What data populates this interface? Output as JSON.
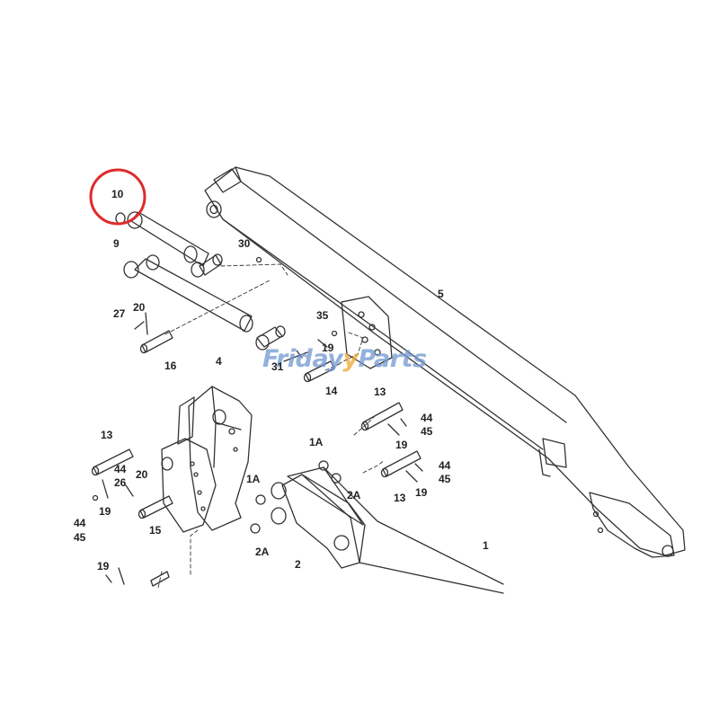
{
  "watermark": {
    "part1": "Friday",
    "accent": "y",
    "part2": "Parts"
  },
  "highlight": {
    "target_label": "10",
    "color": "#e02a2a"
  },
  "callouts": {
    "c10": "10",
    "c9": "9",
    "c30": "30",
    "c5": "5",
    "c20a": "20",
    "c27": "27",
    "c35": "35",
    "c19a": "19",
    "c31": "31",
    "c16": "16",
    "c14": "14",
    "c4": "4",
    "c13a": "13",
    "c44a": "44",
    "c45a": "45",
    "c19b": "19",
    "c1Aa": "1A",
    "c13b": "13",
    "c44b": "44",
    "c26": "26",
    "c20b": "20",
    "c1Ab": "1A",
    "c2Aa": "2A",
    "c44c": "44",
    "c45b": "45",
    "c19c": "19",
    "c13c": "13",
    "c19d": "19",
    "c44d": "44",
    "c45c": "45",
    "c15": "15",
    "c2Ab": "2A",
    "c2": "2",
    "c1": "1",
    "c19e": "19"
  }
}
